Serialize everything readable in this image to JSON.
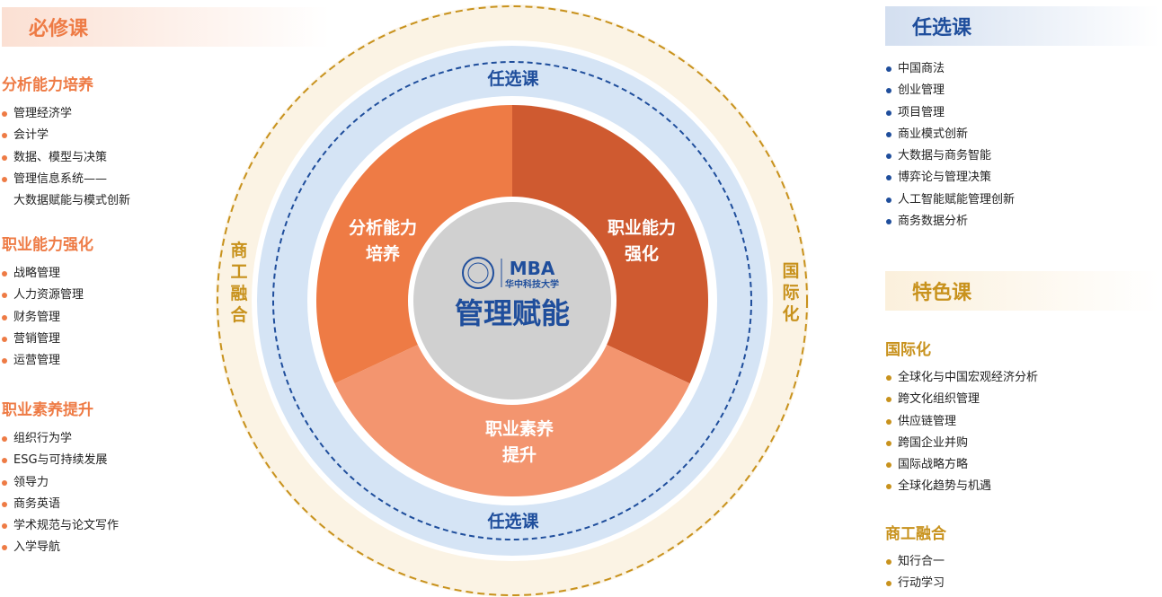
{
  "required": {
    "title": "必修课",
    "groups": [
      {
        "title": "分析能力培养",
        "items": [
          "管理经济学",
          "会计学",
          "数据、模型与决策",
          "管理信息系统——",
          "大数据赋能与模式创新"
        ]
      },
      {
        "title": "职业能力强化",
        "items": [
          "战略管理",
          "人力资源管理",
          "财务管理",
          "营销管理",
          "运营管理"
        ]
      },
      {
        "title": "职业素养提升",
        "items": [
          "组织行为学",
          "ESG与可持续发展",
          "领导力",
          "商务英语",
          "学术规范与论文写作",
          "入学导航"
        ]
      }
    ]
  },
  "elective": {
    "title": "任选课",
    "items": [
      "中国商法",
      "创业管理",
      "项目管理",
      "商业模式创新",
      "大数据与商务智能",
      "博弈论与管理决策",
      "人工智能赋能管理创新",
      "商务数据分析"
    ]
  },
  "featured": {
    "title": "特色课",
    "groups": [
      {
        "title": "国际化",
        "items": [
          "全球化与中国宏观经济分析",
          "跨文化组织管理",
          "供应链管理",
          "跨国企业并购",
          "国际战略方略",
          "全球化趋势与机遇"
        ]
      },
      {
        "title": "商工融合",
        "items": [
          "知行合一",
          "行动学习"
        ]
      }
    ]
  },
  "diagram": {
    "center": "管理赋能",
    "logo_text": "MBA",
    "logo_sub": "华中科技大学",
    "seg_left": [
      "分析能力",
      "培养"
    ],
    "seg_right": [
      "职业能力",
      "强化"
    ],
    "seg_bottom": [
      "职业素养",
      "提升"
    ],
    "ring_top": "任选课",
    "ring_bottom": "任选课",
    "outer_left": "商工融合",
    "outer_right": "国际化"
  },
  "colors": {
    "orange": "#EE7B45",
    "dark_orange": "#CF5A30",
    "light_orange": "#F3956F",
    "blue": "#1F4E9C",
    "gold": "#C8921D"
  }
}
